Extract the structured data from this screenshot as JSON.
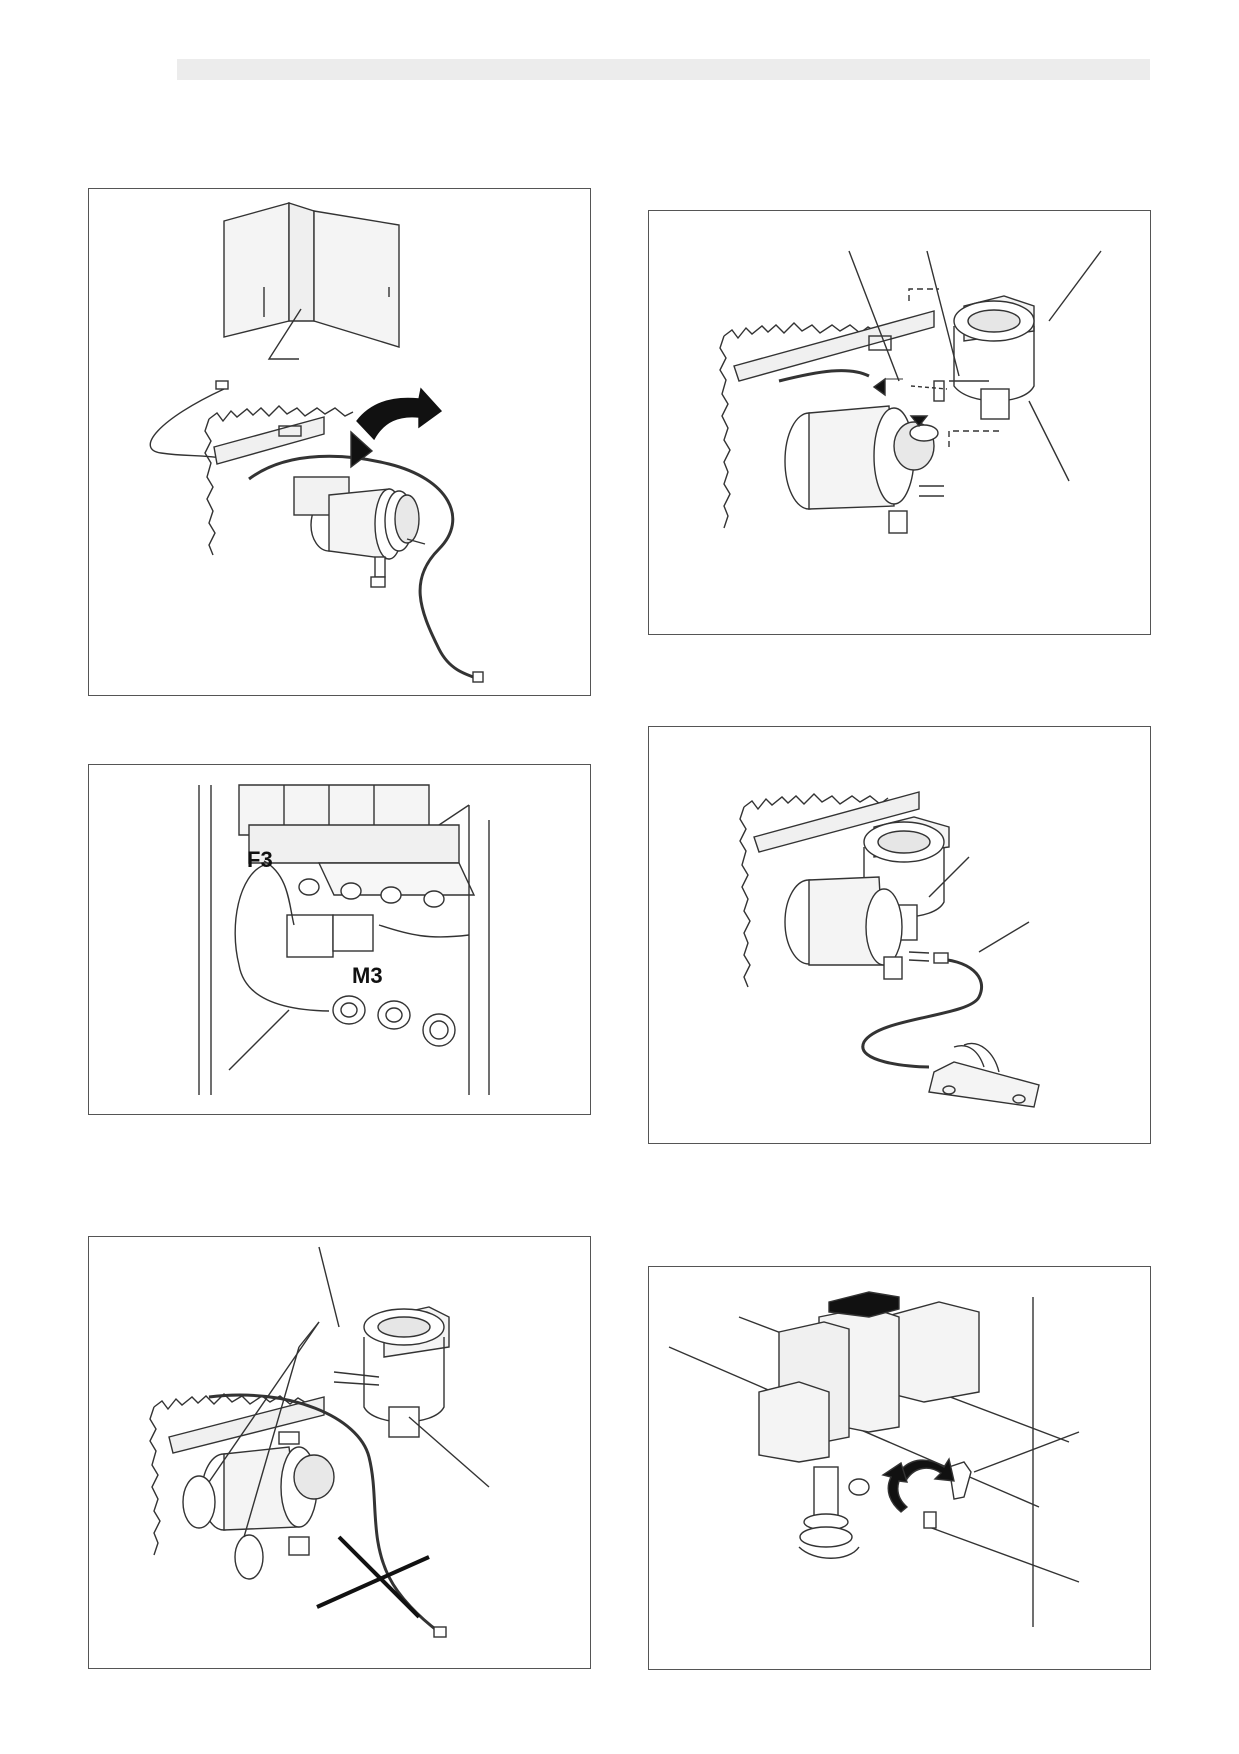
{
  "header": {
    "title": ""
  },
  "figures": [
    {
      "id": "fig-cabinet-pump",
      "labels": []
    },
    {
      "id": "fig-wiring-f3-m3",
      "labels": [
        "F3",
        "M3"
      ]
    },
    {
      "id": "fig-cut-hose",
      "labels": []
    },
    {
      "id": "fig-exploded-fitting",
      "labels": []
    },
    {
      "id": "fig-assembled-hose",
      "labels": []
    },
    {
      "id": "fig-mixers-rotate",
      "labels": []
    }
  ]
}
